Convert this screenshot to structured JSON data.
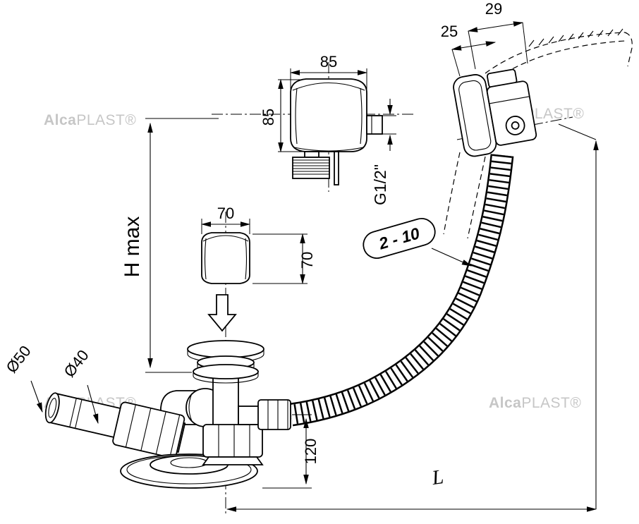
{
  "labels": {
    "dim_85_w": "85",
    "dim_85_h": "85",
    "dim_70_w": "70",
    "dim_70_h": "70",
    "dim_29": "29",
    "dim_25": "25",
    "thread": "G1/2\"",
    "range": "2 - 10",
    "h_max": "H max",
    "dia_50": "Ø50",
    "dia_40": "Ø40",
    "dim_120": "120",
    "length": "L"
  },
  "watermark": {
    "alca": "Alca",
    "plast": "PLAST®"
  },
  "colors": {
    "line": "#000000",
    "watermark": "#c6c6c6",
    "background": "#ffffff"
  }
}
